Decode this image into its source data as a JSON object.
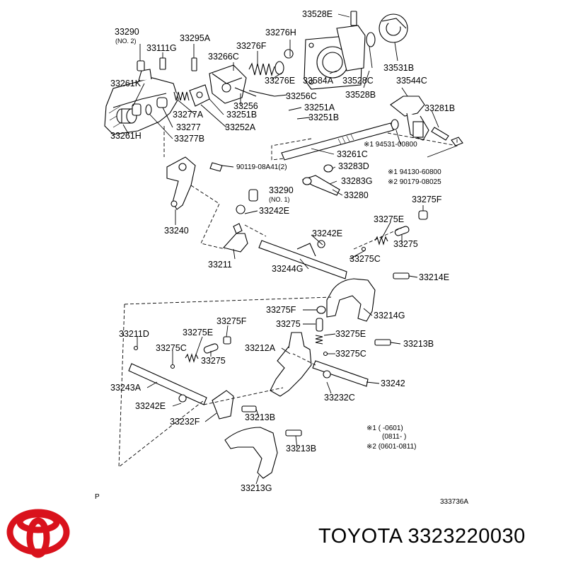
{
  "brand": {
    "caption": "TOYOTA 3323220030",
    "logo_color": "#d9121c"
  },
  "diagram": {
    "corner_mark": "P",
    "figure_code": "333736A",
    "labels": [
      {
        "id": "33290-no2",
        "text": "33290",
        "sub": "(NO. 2)"
      },
      {
        "id": "33111G",
        "text": "33111G"
      },
      {
        "id": "33295A",
        "text": "33295A"
      },
      {
        "id": "33276H",
        "text": "33276H"
      },
      {
        "id": "33528E",
        "text": "33528E"
      },
      {
        "id": "33266C",
        "text": "33266C"
      },
      {
        "id": "33276F",
        "text": "33276F"
      },
      {
        "id": "33584A",
        "text": "33584A"
      },
      {
        "id": "33528C",
        "text": "33528C"
      },
      {
        "id": "33531B",
        "text": "33531B"
      },
      {
        "id": "33528B",
        "text": "33528B"
      },
      {
        "id": "33544C",
        "text": "33544C"
      },
      {
        "id": "33276E",
        "text": "33276E"
      },
      {
        "id": "33256C",
        "text": "33256C"
      },
      {
        "id": "33261K",
        "text": "33261K"
      },
      {
        "id": "33256",
        "text": "33256"
      },
      {
        "id": "33277A",
        "text": "33277A"
      },
      {
        "id": "33251B-a",
        "text": "33251B"
      },
      {
        "id": "33251A",
        "text": "33251A"
      },
      {
        "id": "33251B-b",
        "text": "33251B"
      },
      {
        "id": "33281B",
        "text": "33281B"
      },
      {
        "id": "33277",
        "text": "33277"
      },
      {
        "id": "33252A",
        "text": "33252A"
      },
      {
        "id": "33261H",
        "text": "33261H"
      },
      {
        "id": "33277B",
        "text": "33277B"
      },
      {
        "id": "94531-00800",
        "text": "※1 94531-00800"
      },
      {
        "id": "33261C",
        "text": "33261C"
      },
      {
        "id": "90119-08A41",
        "text": "90119-08A41(2)"
      },
      {
        "id": "33283D",
        "text": "33283D"
      },
      {
        "id": "94130-60800",
        "text": "※1 94130-60800"
      },
      {
        "id": "90179-08025",
        "text": "※2 90179-08025"
      },
      {
        "id": "33283G",
        "text": "33283G"
      },
      {
        "id": "33290-no1",
        "text": "33290",
        "sub": "(NO. 1)"
      },
      {
        "id": "33280",
        "text": "33280"
      },
      {
        "id": "33275F-a",
        "text": "33275F"
      },
      {
        "id": "33242E-a",
        "text": "33242E"
      },
      {
        "id": "33240",
        "text": "33240"
      },
      {
        "id": "33275E-a",
        "text": "33275E"
      },
      {
        "id": "33242E-b",
        "text": "33242E"
      },
      {
        "id": "33275-a",
        "text": "33275"
      },
      {
        "id": "33275C-a",
        "text": "33275C"
      },
      {
        "id": "33211",
        "text": "33211"
      },
      {
        "id": "33244G",
        "text": "33244G"
      },
      {
        "id": "33214E",
        "text": "33214E"
      },
      {
        "id": "33275F-b",
        "text": "33275F"
      },
      {
        "id": "33214G",
        "text": "33214G"
      },
      {
        "id": "33211D",
        "text": "33211D"
      },
      {
        "id": "33275E-b",
        "text": "33275E"
      },
      {
        "id": "33275F-c",
        "text": "33275F"
      },
      {
        "id": "33275-b",
        "text": "33275"
      },
      {
        "id": "33275E-c",
        "text": "33275E"
      },
      {
        "id": "33275C-b",
        "text": "33275C"
      },
      {
        "id": "33212A",
        "text": "33212A"
      },
      {
        "id": "33213B-a",
        "text": "33213B"
      },
      {
        "id": "33275-c",
        "text": "33275"
      },
      {
        "id": "33275C-c",
        "text": "33275C"
      },
      {
        "id": "33243A",
        "text": "33243A"
      },
      {
        "id": "33242",
        "text": "33242"
      },
      {
        "id": "33232C",
        "text": "33232C"
      },
      {
        "id": "33242E-c",
        "text": "33242E"
      },
      {
        "id": "33213B-b",
        "text": "33213B"
      },
      {
        "id": "33232F",
        "text": "33232F"
      },
      {
        "id": "33213B-c",
        "text": "33213B"
      },
      {
        "id": "33213G",
        "text": "33213G"
      }
    ],
    "notes": [
      {
        "id": "note1a",
        "text": "※1 (      -0601)"
      },
      {
        "id": "note1b",
        "text": "(0811-      )"
      },
      {
        "id": "note2",
        "text": "※2 (0601-0811)"
      }
    ]
  }
}
